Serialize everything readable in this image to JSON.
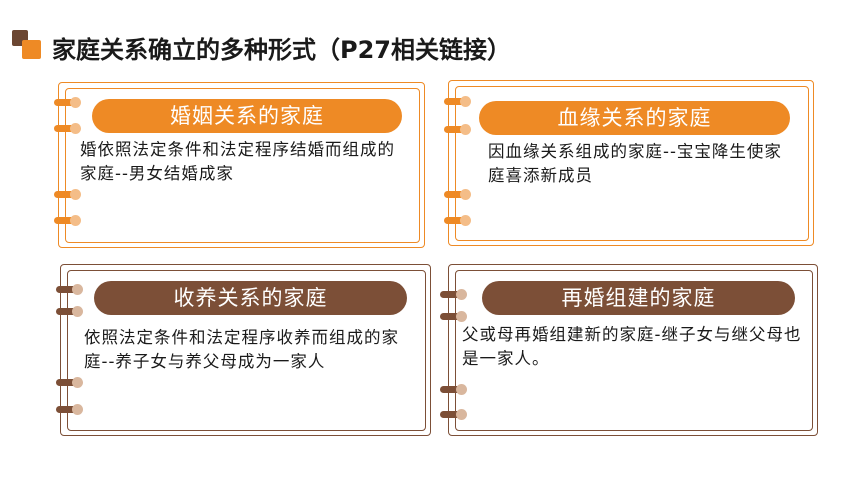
{
  "title": "家庭关系确立的多种形式（P27相关链接）",
  "cards": {
    "marriage": {
      "header": "婚姻关系的家庭",
      "body": "婚依照法定条件和法定程序结婚而组成的家庭--男女结婚成家"
    },
    "blood": {
      "header": "血缘关系的家庭",
      "body": "因血缘关系组成的家庭--宝宝降生使家庭喜添新成员"
    },
    "adoption": {
      "header": "收养关系的家庭",
      "body": "依照法定条件和法定程序收养而组成的家庭--养子女与养父母成为一家人"
    },
    "remarriage": {
      "header": "再婚组建的家庭",
      "body": "父或母再婚组建新的家庭-继子女与继父母也是一家人。"
    }
  },
  "colors": {
    "orange": "#ee8a25",
    "brown": "#7c4f37",
    "title_mark_dark": "#6b4632"
  }
}
